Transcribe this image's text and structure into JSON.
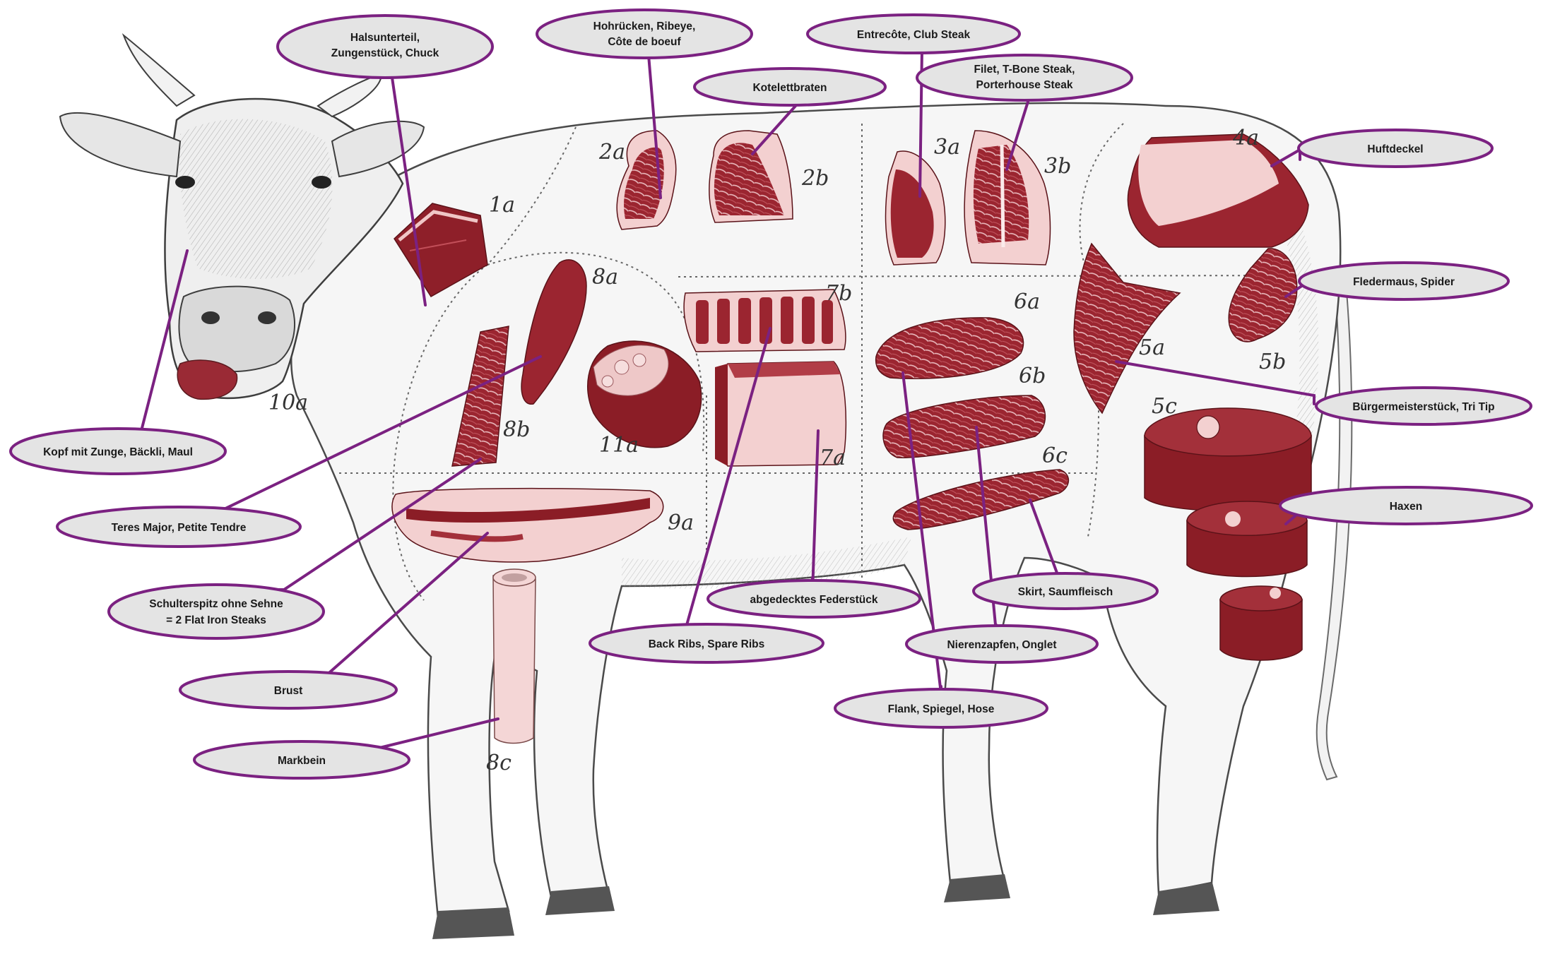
{
  "colors": {
    "callout_border": "#7b2181",
    "callout_fill": "#e4e4e4",
    "meat_dark": "#8b1d26",
    "meat_mid": "#a3303a",
    "fat": "#f3d3d3",
    "bone": "#f4d6d6"
  },
  "labels": {
    "halsunterteil_l1": "Halsunterteil,",
    "halsunterteil_l2": "Zungenstück, Chuck",
    "hohruecken_l1": "Hohrücken, Ribeye,",
    "hohruecken_l2": "Côte de boeuf",
    "kotelettbraten": "Kotelettbraten",
    "entrecote": "Entrecôte, Club Steak",
    "filet_l1": "Filet, T-Bone Steak,",
    "filet_l2": "Porterhouse Steak",
    "huftdeckel": "Huftdeckel",
    "fledermaus": "Fledermaus, Spider",
    "buergermeister": "Bürgermeisterstück, Tri Tip",
    "haxen": "Haxen",
    "kopf": "Kopf mit Zunge, Bäckli, Maul",
    "teres": "Teres Major, Petite Tendre",
    "schulter_l1": "Schulterspitz ohne Sehne",
    "schulter_l2": "= 2 Flat Iron Steaks",
    "brust": "Brust",
    "markbein": "Markbein",
    "ribs": "Back Ribs, Spare Ribs",
    "federstueck": "abgedecktes Federstück",
    "skirt": "Skirt, Saumfleisch",
    "nierenzapfen": "Nierenzapfen, Onglet",
    "flank": "Flank, Spiegel, Hose"
  },
  "cut_numbers": {
    "c1a": "1a",
    "c2a": "2a",
    "c2b": "2b",
    "c3a": "3a",
    "c3b": "3b",
    "c4a": "4a",
    "c5a": "5a",
    "c5b": "5b",
    "c5c": "5c",
    "c6a": "6a",
    "c6b": "6b",
    "c6c": "6c",
    "c7a": "7a",
    "c7b": "7b",
    "c8a": "8a",
    "c8b": "8b",
    "c8c": "8c",
    "c9a": "9a",
    "c10a": "10a",
    "c11a": "11a"
  }
}
